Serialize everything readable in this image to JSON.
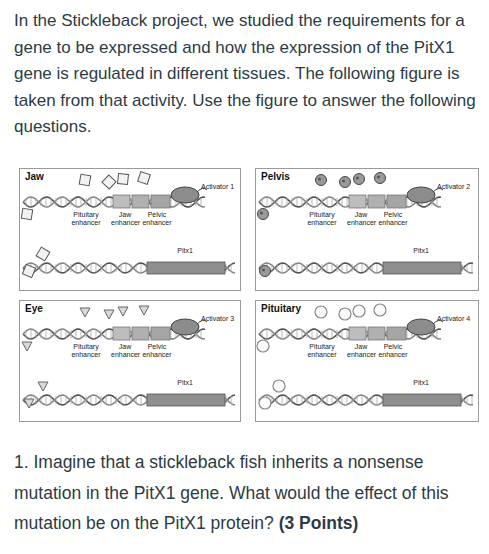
{
  "diagram": {
    "nodes": [
      {
        "text": [
          "Jaw"
        ]
      },
      {
        "text": [
          "Pelvis"
        ]
      },
      {
        "text": [
          "Eye"
        ]
      },
      {
        "text": [
          "Pituitary"
        ]
      }
    ],
    "labels": [
      "In the Stickleback project, we studied the requirements for a gene to be expressed and how the expression of the PitX1 gene is regulated in different tissues. The following figure is taken from that activity. Use the figure to answer the following questions.",
      "Activator 1",
      "Pituitary enhancer",
      "Jaw enhancer",
      "Pelvic enhancer",
      "Pitx1",
      "Activator 2",
      "Pituitary enhancer",
      "Jaw enhancer",
      "Pelvic enhancer",
      "Pitx1",
      "Activator 3",
      "Pituitary enhancer",
      "Jaw enhancer",
      "Pelvic enhancer",
      "Pitx1",
      "Activator 4",
      "Pituitary enhancer",
      "Jaw enhancer",
      "Pelvic enhancer",
      "Pitx1",
      "1. Imagine that a stickleback fish inherits a nonsense mutation in the PitX1 gene. What would the effect of this mutation be on the PitX1 protein?",
      "(3 Points)"
    ]
  }
}
